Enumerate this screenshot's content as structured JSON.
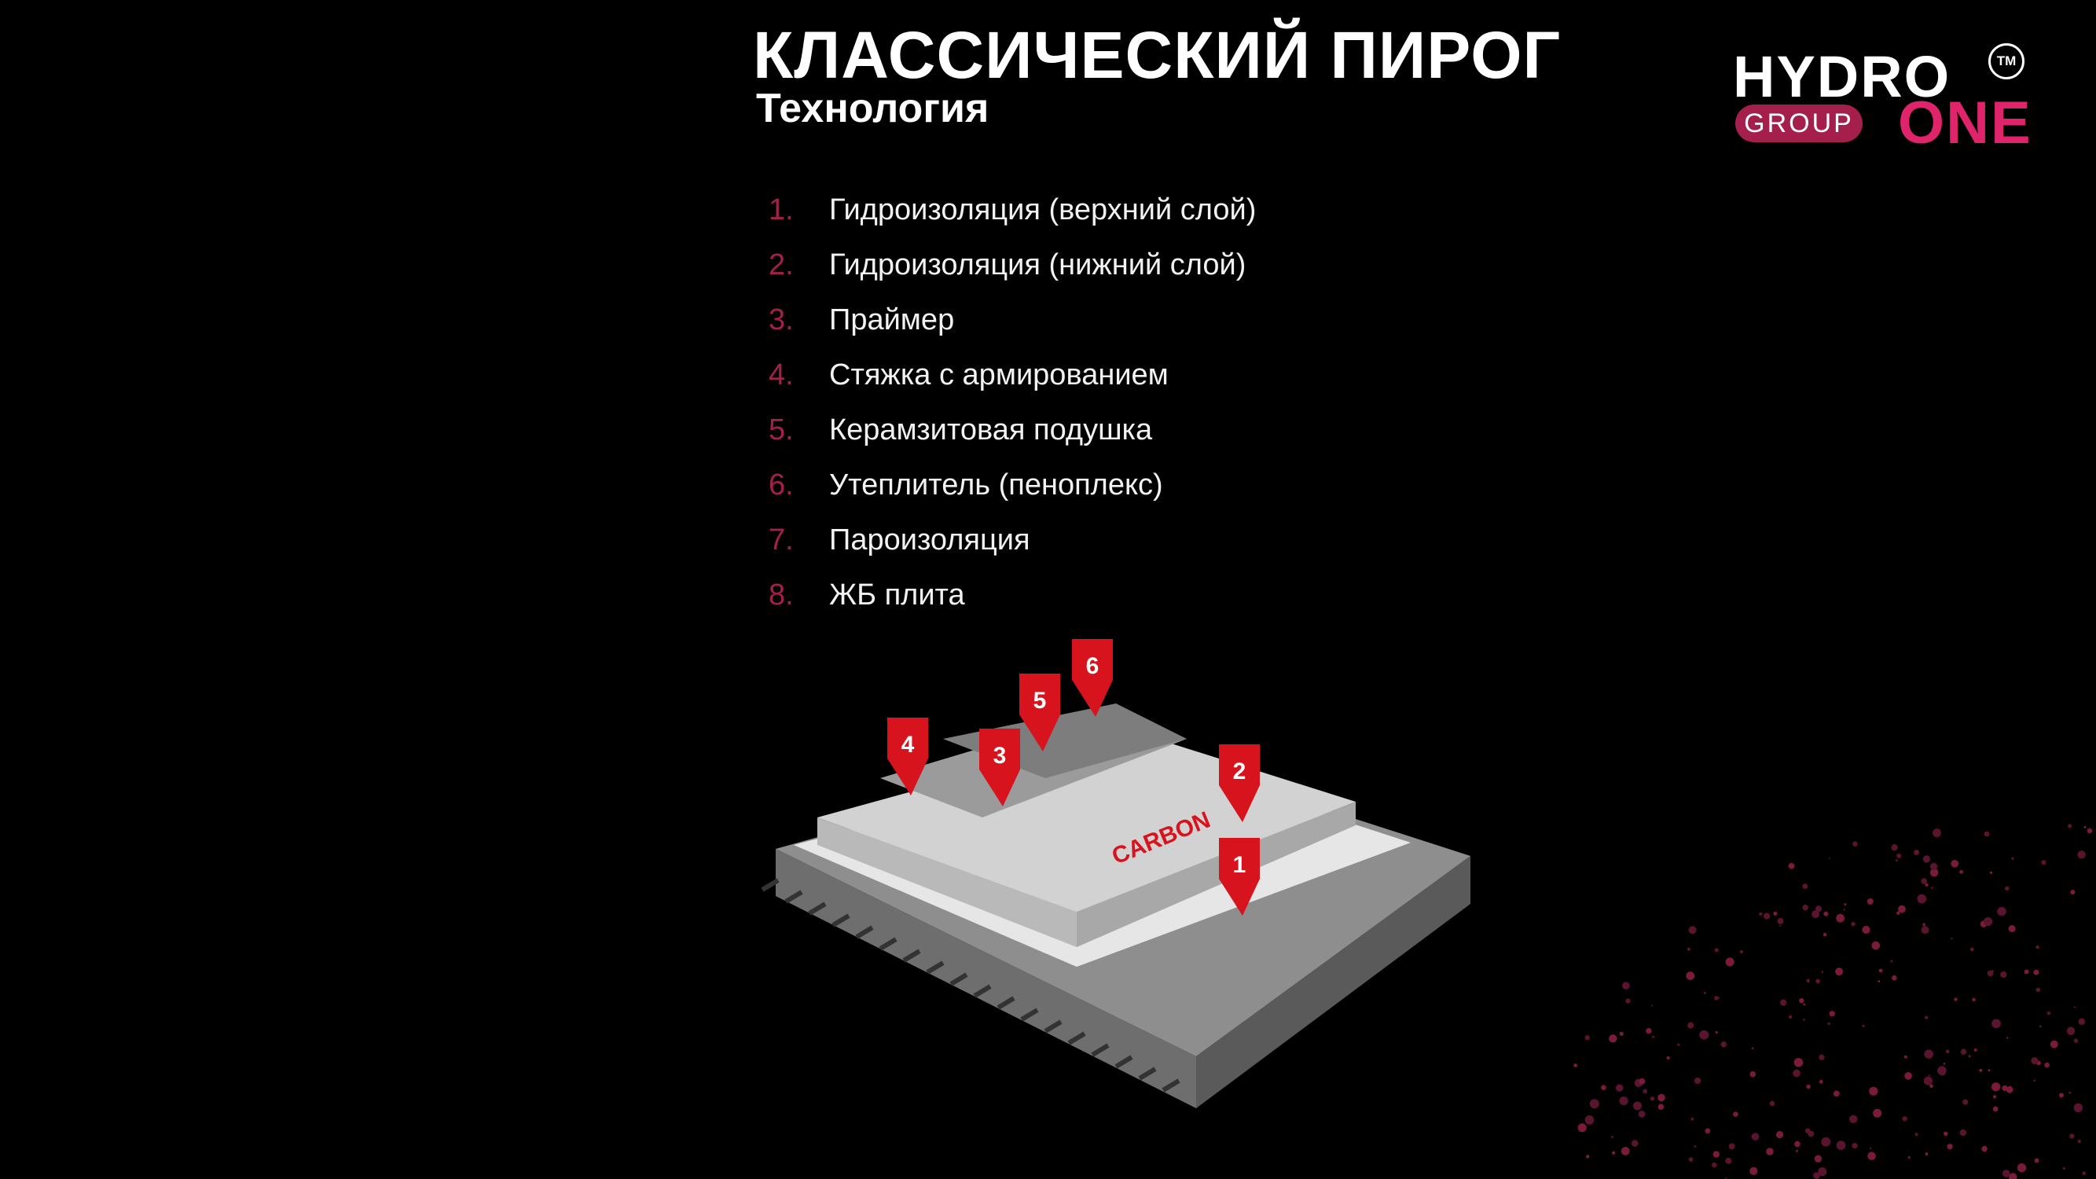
{
  "header": {
    "title": "КЛАССИЧЕСКИЙ ПИРОГ",
    "subtitle": "Технология"
  },
  "layers": [
    {
      "num": "1.",
      "label": "Гидроизоляция (верхний слой)"
    },
    {
      "num": "2.",
      "label": "Гидроизоляция (нижний слой)"
    },
    {
      "num": "3.",
      "label": "Праймер"
    },
    {
      "num": "4.",
      "label": "Стяжка с армированием"
    },
    {
      "num": "5.",
      "label": "Керамзитовая подушка"
    },
    {
      "num": "6.",
      "label": "Утеплитель (пеноплекс)"
    },
    {
      "num": "7.",
      "label": "Пароизоляция"
    },
    {
      "num": "8.",
      "label": "ЖБ плита"
    }
  ],
  "logo": {
    "hydro": "HYDRO",
    "group": "GROUP",
    "one": "ONE",
    "tm": "TM"
  },
  "markers": [
    "1",
    "2",
    "3",
    "4",
    "5",
    "6"
  ],
  "board_print": "CARBON",
  "colors": {
    "background": "#000000",
    "accent": "#e0246c",
    "number": "#a3204a",
    "marker": "#d7141e"
  }
}
